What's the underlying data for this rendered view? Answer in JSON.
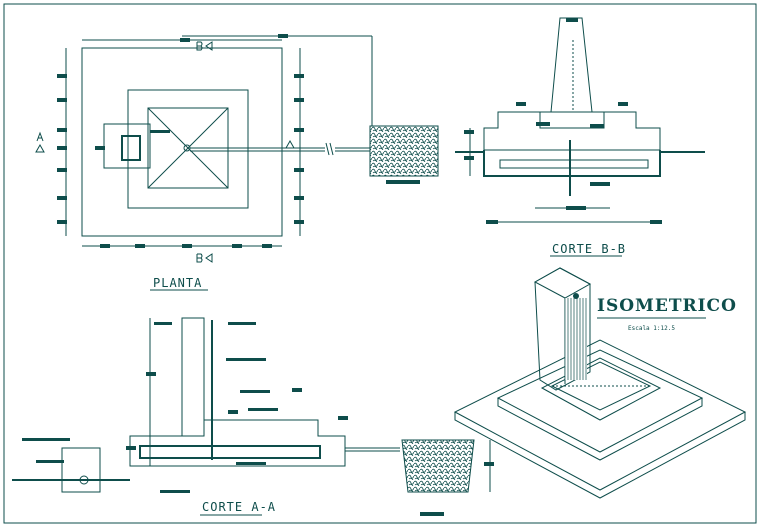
{
  "drawing": {
    "stroke_color": "#0e4d4b",
    "views": {
      "plan": {
        "title": "PLANTA"
      },
      "section_bb": {
        "title": "CORTE B-B"
      },
      "section_aa": {
        "title": "CORTE A-A"
      },
      "isometric": {
        "title": "ISOMETRICO",
        "scale": "Escala 1:12.5"
      }
    }
  }
}
